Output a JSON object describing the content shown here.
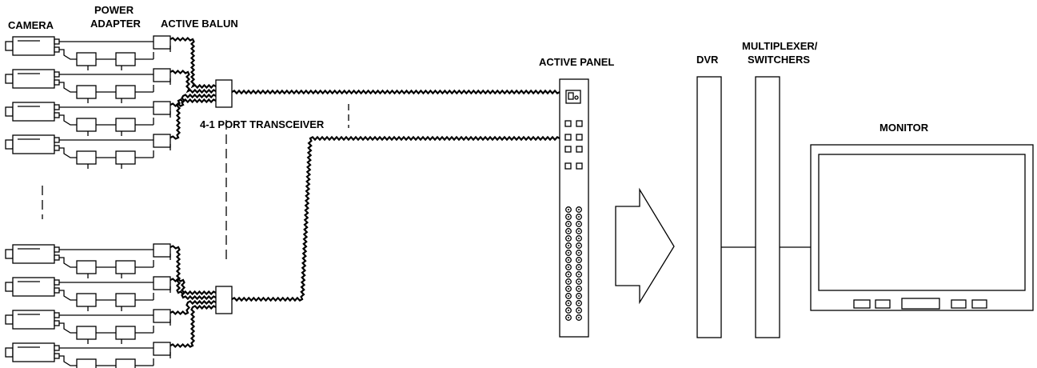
{
  "labels": {
    "camera": "CAMERA",
    "power_adapter_1": "POWER",
    "power_adapter_2": "ADAPTER",
    "active_balun": "ACTIVE BALUN",
    "transceiver": "4-1 PORT TRANSCEIVER",
    "active_panel": "ACTIVE PANEL",
    "dvr": "DVR",
    "multiplexer_1": "MULTIPLEXER/",
    "multiplexer_2": "SWITCHERS",
    "monitor": "MONITOR"
  },
  "groups": [
    {
      "name": "top",
      "camera_count": 4
    },
    {
      "name": "bottom",
      "camera_count": 4
    }
  ]
}
